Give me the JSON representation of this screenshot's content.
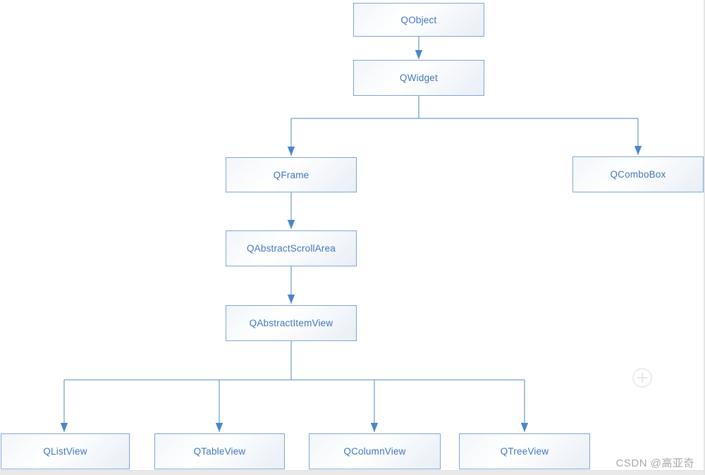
{
  "diagram": {
    "nodes": {
      "qobject": "QObject",
      "qwidget": "QWidget",
      "qframe": "QFrame",
      "qcombobox": "QComboBox",
      "qabstractscrollarea": "QAbstractScrollArea",
      "qabstractitemview": "QAbstractItemView",
      "qlistview": "QListView",
      "qtableview": "QTableView",
      "qcolumnview": "QColumnView",
      "qtreeview": "QTreeView"
    },
    "edges": [
      {
        "from": "QObject",
        "to": "QWidget"
      },
      {
        "from": "QWidget",
        "to": "QFrame"
      },
      {
        "from": "QWidget",
        "to": "QComboBox"
      },
      {
        "from": "QFrame",
        "to": "QAbstractScrollArea"
      },
      {
        "from": "QAbstractScrollArea",
        "to": "QAbstractItemView"
      },
      {
        "from": "QAbstractItemView",
        "to": "QListView"
      },
      {
        "from": "QAbstractItemView",
        "to": "QTableView"
      },
      {
        "from": "QAbstractItemView",
        "to": "QColumnView"
      },
      {
        "from": "QAbstractItemView",
        "to": "QTreeView"
      }
    ],
    "colors": {
      "node_border": "#7ea6d8",
      "node_text": "#3f76bc",
      "connector": "#6fa0d6",
      "arrowhead": "#4a86c8",
      "node_fill_a": "#f2f6fa",
      "node_fill_b": "#ffffff",
      "node_fill_c": "#e9eef6"
    }
  },
  "watermark": {
    "text": "CSDN @高亚奇"
  },
  "icons": {
    "zoom_in": "plus-circle-icon"
  }
}
